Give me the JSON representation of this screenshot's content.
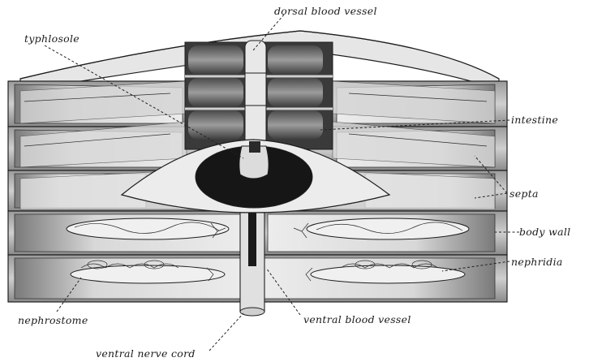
{
  "labels": {
    "dorsal_blood_vessel": "dorsal blood vessel",
    "typhlosole": "typhlosole",
    "intestine": "intestine",
    "septa": "septa",
    "body_wall": "body wall",
    "nephridia": "nephridia",
    "nephrostome": "nephrostome",
    "ventral_blood_vessel": "ventral blood vessel",
    "ventral_nerve_cord": "ventral nerve cord"
  },
  "colors": {
    "ink": "#1e1e1e",
    "tissue": "#c9c9c9",
    "dark_tissue": "#6b6b6b",
    "lumen": "#1a1a1a",
    "cavity": "#e4e4e4"
  }
}
